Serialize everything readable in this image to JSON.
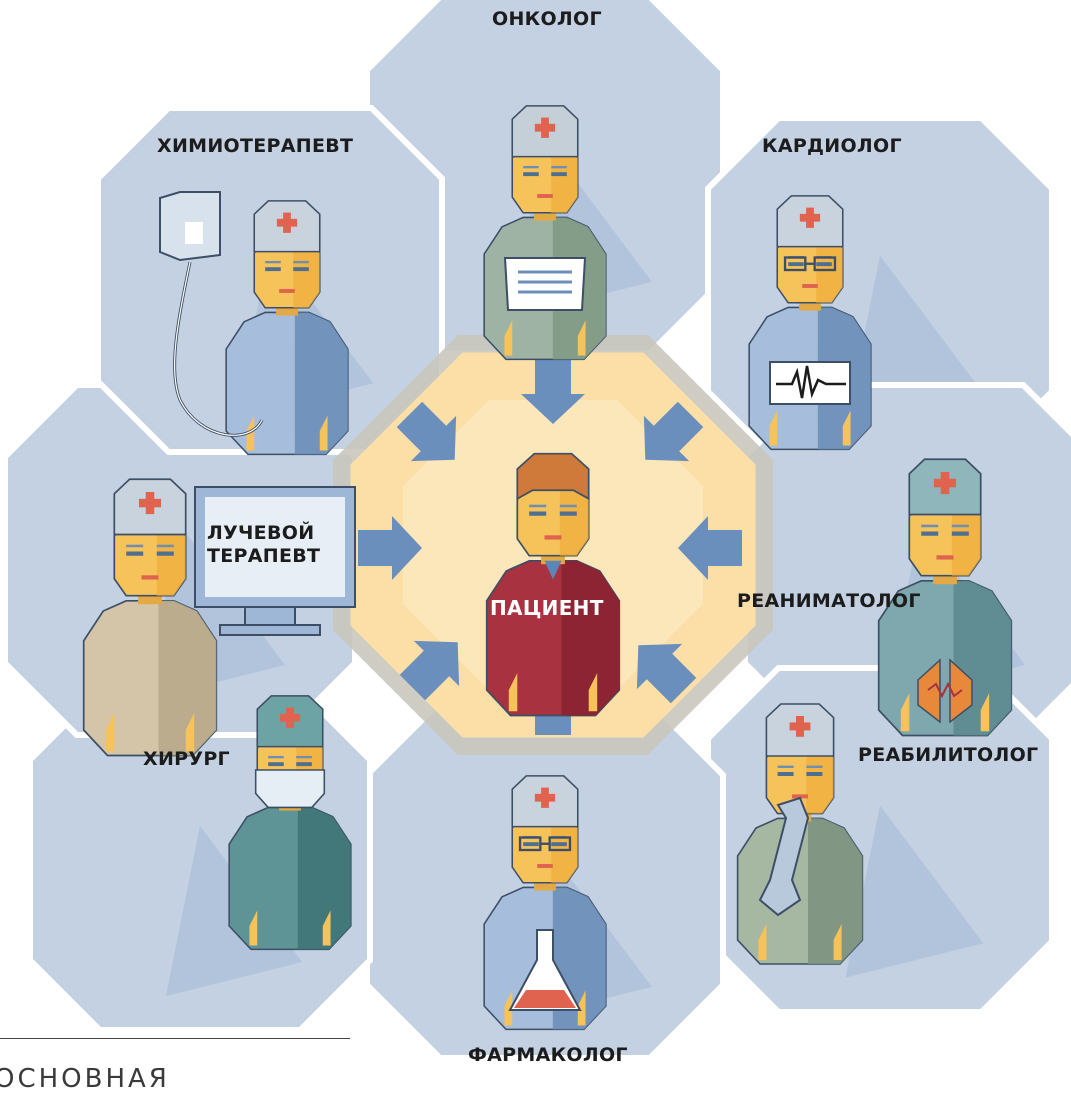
{
  "labels": {
    "oncologist": "ОНКОЛОГ",
    "chemotherapist": "ХИМИОТЕРАПЕВТ",
    "cardiologist": "КАРДИОЛОГ",
    "radiotherapist": "ЛУЧЕВОЙ ТЕРАПЕВТ",
    "resuscitator": "РЕАНИМАТОЛОГ",
    "surgeon": "ХИРУРГ",
    "rehabilitologist": "РЕАБИЛИТОЛОГ",
    "pharmacologist": "ФАРМАКОЛОГ",
    "patient": "ПАЦИЕНТ"
  },
  "caption": "ОСНОВНАЯ",
  "colors": {
    "panel": "#c3d1e3",
    "panel_dark": "#9bb3d1",
    "center": "#fbdfa7",
    "arrow": "#6b8fbd",
    "patient_shirt": "#a8323f",
    "skin": "#f6c25a",
    "cross": "#e0634f"
  },
  "icons": [
    "doctor-figure",
    "patient-figure",
    "iv-drip-icon",
    "ecg-icon",
    "monitor-icon",
    "flask-icon",
    "document-icon",
    "bone-icon",
    "lungs-icon",
    "surgical-mask-icon",
    "glasses-icon",
    "cross-icon"
  ]
}
